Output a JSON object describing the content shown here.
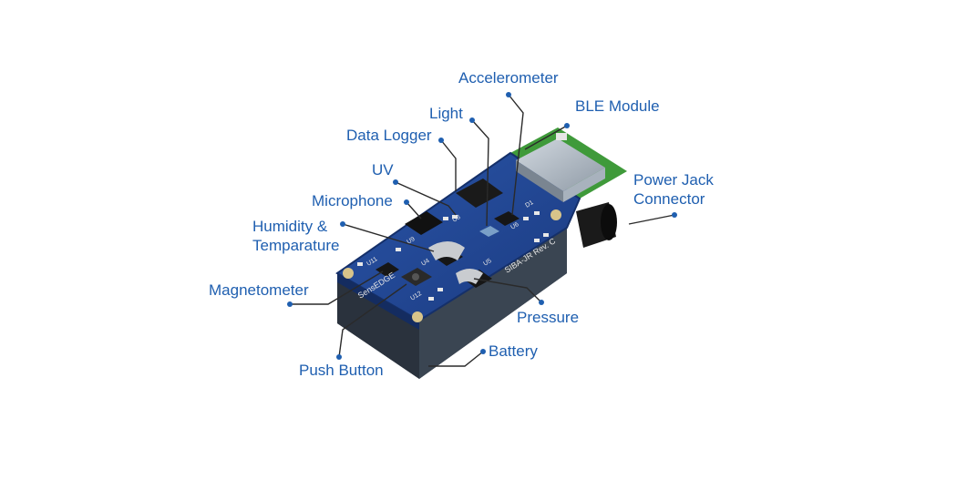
{
  "labels": {
    "accelerometer": "Accelerometer",
    "ble_module": "BLE Module",
    "light": "Light",
    "data_logger": "Data Logger",
    "uv": "UV",
    "microphone": "Microphone",
    "humidity_l1": "Humidity &",
    "humidity_l2": "Temparature",
    "power_l1": "Power Jack",
    "power_l2": "Connector",
    "magnetometer": "Magnetometer",
    "pressure": "Pressure",
    "battery": "Battery",
    "push_button": "Push Button"
  },
  "board_text": {
    "brand": "SensEDGE",
    "model": "SIBA-JR Rev. C",
    "u11": "U11",
    "u12": "U12",
    "u4": "U4",
    "u5": "U5",
    "u6": "U6",
    "u8": "U8",
    "u9": "U9",
    "d1": "D1"
  },
  "colors": {
    "label": "#1f5fb0",
    "pcb": "#1e3f88",
    "chip": "#1a1a1a",
    "enclosure": "#34404e",
    "ble_shield": "#b9c2cc",
    "ble_pcb": "#3f9a3a"
  }
}
